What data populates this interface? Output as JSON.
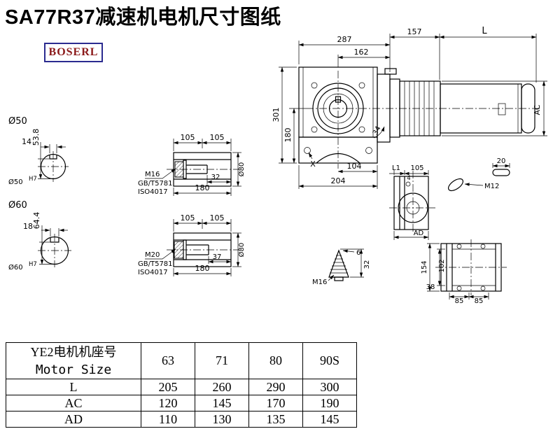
{
  "header": {
    "title": "SA77R37减速机电机尺寸图纸",
    "logo": "BOSERL"
  },
  "main_view": {
    "dim_top_total": "287",
    "dim_top_inner": "162",
    "dim_adapter": "157",
    "dim_motor_len": "L",
    "dim_height_total": "301",
    "dim_height_center": "180",
    "dim_motor_dia": "AC",
    "dim_angle": "34",
    "label_x": "X",
    "dim_bottom_inner": "104",
    "dim_bottom_total": "204"
  },
  "shaft50": {
    "label": "Ø50",
    "key_width": "14",
    "key_height": "53.8",
    "bore_label": "Ø50",
    "bore_tol": "H7"
  },
  "shaft60": {
    "label": "Ø60",
    "key_width": "18",
    "key_height": "64.4",
    "bore_label": "Ø60",
    "bore_tol": "H7"
  },
  "bore1": {
    "dim_left": "105",
    "dim_right": "105",
    "bolt": "M16",
    "std1": "GB/T5781",
    "std2": "ISO4017",
    "dim_thread": "32",
    "dim_len": "180",
    "dim_dia": "Ø80"
  },
  "bore2": {
    "dim_left": "105",
    "dim_right": "105",
    "bolt": "M20",
    "std1": "GB/T5781",
    "std2": "ISO4017",
    "dim_thread": "37",
    "dim_len": "180",
    "dim_dia": "Ø80"
  },
  "side_view": {
    "dim_l1": "L1",
    "dim_105": "105",
    "dim_4": "4",
    "dim_ad": "AD"
  },
  "key_detail": {
    "dim_20": "20",
    "thread": "M12"
  },
  "flange_view": {
    "dim_154": "154",
    "dim_102": "102",
    "dim_38": "38",
    "dim_85a": "85",
    "dim_85b": "85"
  },
  "plug_detail": {
    "dim_6": "6",
    "dim_32": "32",
    "thread": "M16"
  },
  "table": {
    "header_cn": "YE2电机机座号",
    "header_en": "Motor Size",
    "sizes": [
      "63",
      "71",
      "80",
      "90S"
    ],
    "rows": [
      {
        "label": "L",
        "values": [
          "205",
          "260",
          "290",
          "300"
        ]
      },
      {
        "label": "AC",
        "values": [
          "120",
          "145",
          "170",
          "190"
        ]
      },
      {
        "label": "AD",
        "values": [
          "110",
          "130",
          "135",
          "145"
        ]
      }
    ]
  }
}
